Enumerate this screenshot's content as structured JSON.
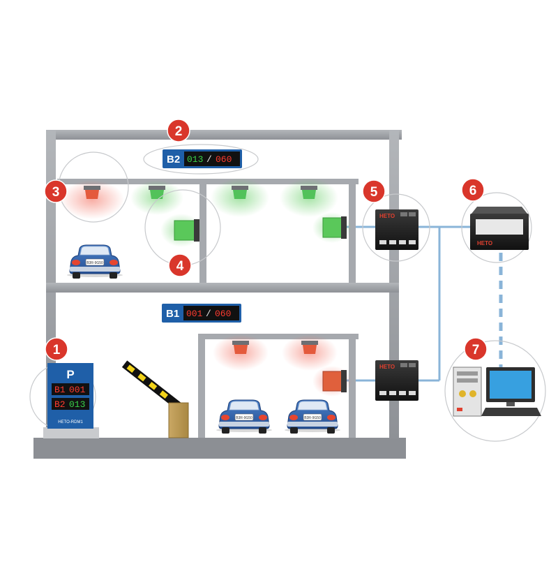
{
  "displays": {
    "b2": {
      "level": "B2",
      "occupied": "013",
      "separator": "/",
      "total": "060"
    },
    "b1": {
      "level": "B1",
      "occupied": "001",
      "separator": "/",
      "total": "060"
    }
  },
  "entrance_sign": {
    "symbol": "P",
    "rows": [
      {
        "level": "B1",
        "count": "001"
      },
      {
        "level": "B2",
        "count": "013"
      }
    ],
    "model": "HETO-RDM1"
  },
  "controller_brand": "HETO",
  "central_controller_brand": "HETO",
  "plates": [
    "B3R-9G50",
    "B3R-9G50",
    "B3R-9G50"
  ],
  "callouts": [
    "1",
    "2",
    "3",
    "4",
    "5",
    "6",
    "7"
  ],
  "colors": {
    "callout": "#d9362b",
    "frame": "#9a9da3",
    "display_bg": "#1f5fa8",
    "sensor_occupied": "#e45a3c",
    "sensor_free": "#52c25a",
    "network_line": "#8ab4d8",
    "car": "#3366b0"
  }
}
